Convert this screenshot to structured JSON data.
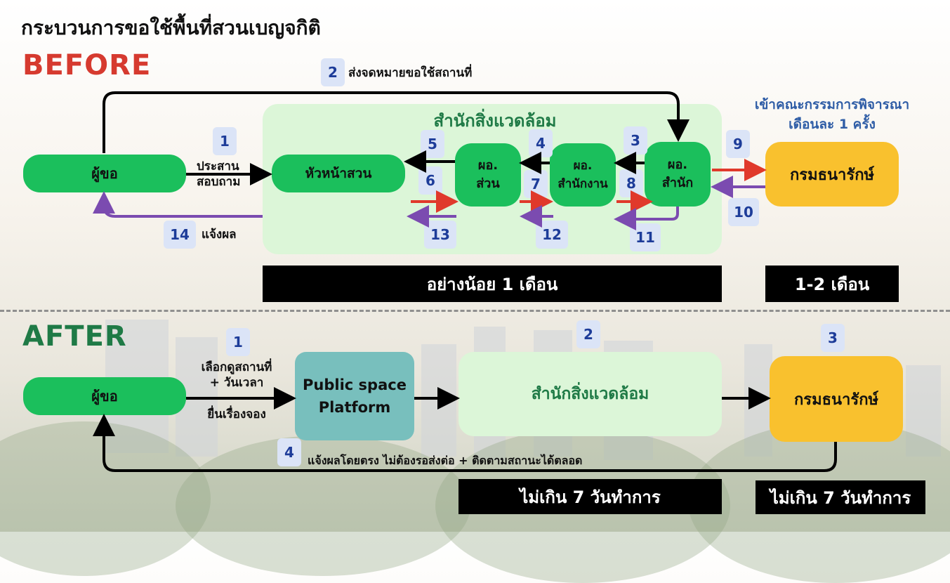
{
  "title": "กระบวนการขอใช้พื้นที่สวนเบญจกิติ",
  "before": {
    "label": "BEFORE",
    "requester": "ผู้ขอ",
    "office_title": "สำนักสิ่งแวดล้อม",
    "park_head": "หัวหน้าสวน",
    "dir_section": [
      "ผอ.",
      "ส่วน"
    ],
    "dir_division": [
      "ผอ.",
      "สำนักงาน"
    ],
    "dir_office": [
      "ผอ.",
      "สำนัก"
    ],
    "department": "กรมธนารักษ์",
    "committee_note": [
      "เข้าคณะกรรมการพิจารณา",
      "เดือนละ 1 ครั้ง"
    ],
    "step1": "1",
    "step1_text": [
      "ประสาน",
      "สอบถาม"
    ],
    "step2": "2",
    "step2_text": "ส่งจดหมายขอใช้สถานที่",
    "steps": [
      "3",
      "4",
      "5",
      "6",
      "7",
      "8",
      "9",
      "10",
      "11",
      "12",
      "13"
    ],
    "step14": "14",
    "step14_text": "แจ้งผล",
    "duration_office": "อย่างน้อย 1 เดือน",
    "duration_department": "1-2 เดือน"
  },
  "after": {
    "label": "AFTER",
    "requester": "ผู้ขอ",
    "step1": "1",
    "step1_text_top": [
      "เลือกดูสถานที่",
      "+ วันเวลา"
    ],
    "step1_text_bottom": "ยื่นเรื่องจอง",
    "platform": [
      "Public space",
      "Platform"
    ],
    "step2": "2",
    "office": "สำนักสิ่งแวดล้อม",
    "step3": "3",
    "department": "กรมธนารักษ์",
    "step4": "4",
    "step4_text": "แจ้งผลโดยตรง ไม่ต้องรอส่งต่อ + ติดตามสถานะได้ตลอด",
    "duration_office": "ไม่เกิน 7 วันทำการ",
    "duration_department": "ไม่เกิน 7 วันทำการ"
  },
  "colors": {
    "green": "#1bbf5c",
    "orange": "#f9c12e",
    "light_green": "#dcf6d8",
    "teal": "#78bfbd",
    "red_arrow": "#e0392b",
    "purple_arrow": "#7b4bb0",
    "before_red": "#d63a2f",
    "after_green": "#1f7a46"
  }
}
